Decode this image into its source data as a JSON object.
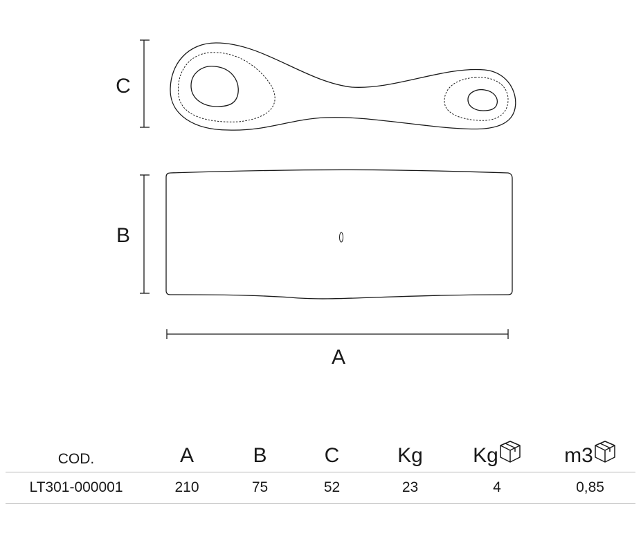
{
  "drawing": {
    "labels": {
      "height": "C",
      "depth": "B",
      "width": "A"
    }
  },
  "table": {
    "headers": {
      "code": "COD.",
      "a": "A",
      "b": "B",
      "c": "C",
      "weight": "Kg",
      "package_weight": "Kg",
      "package_volume": "m3"
    },
    "package_icon": "box-icon",
    "rows": [
      {
        "code": "LT301-000001",
        "a": "210",
        "b": "75",
        "c": "52",
        "weight": "23",
        "package_weight": "4",
        "package_volume": "0,85"
      }
    ]
  }
}
